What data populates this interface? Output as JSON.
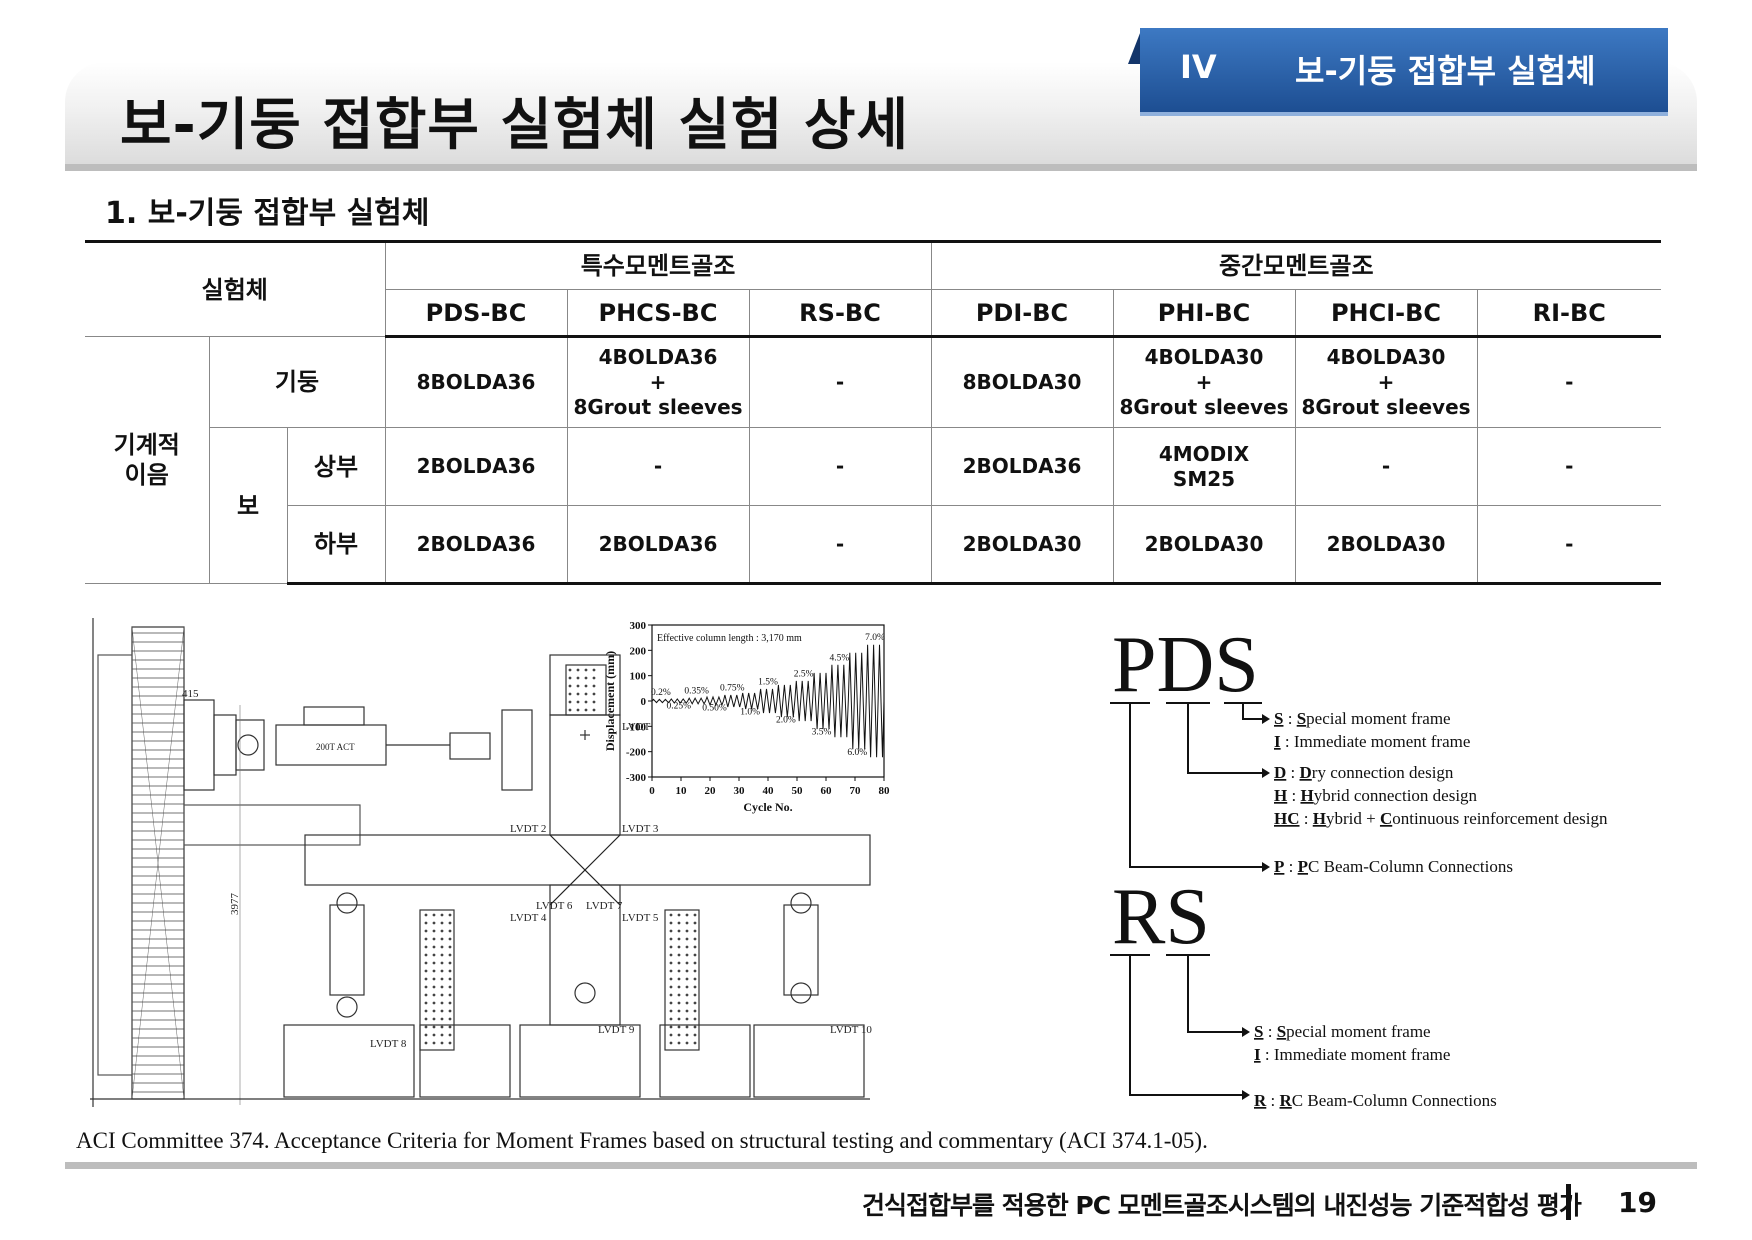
{
  "header": {
    "page_title": "보-기둥 접합부 실험체 실험 상세",
    "section_num": "IV",
    "section_name": "보-기둥 접합부 실험체"
  },
  "sub_heading": "1. 보-기둥 접합부 실험체",
  "table": {
    "corner_label": "실험체",
    "group_special": "특수모멘트골조",
    "group_intermediate": "중간모멘트골조",
    "columns": [
      "PDS-BC",
      "PHCS-BC",
      "RS-BC",
      "PDI-BC",
      "PHI-BC",
      "PHCI-BC",
      "RI-BC"
    ],
    "row_group_label": "기계적\n이음",
    "row_column_label": "기둥",
    "row_beam_label": "보",
    "row_beam_top_label": "상부",
    "row_beam_bottom_label": "하부",
    "row_column": [
      "8BOLDA36",
      "4BOLDA36\n+\n8Grout sleeves",
      "-",
      "8BOLDA30",
      "4BOLDA30\n+\n8Grout sleeves",
      "4BOLDA30\n+\n8Grout sleeves",
      "-"
    ],
    "row_beam_top": [
      "2BOLDA36",
      "-",
      "-",
      "2BOLDA36",
      "4MODIX\nSM25",
      "-",
      "-"
    ],
    "row_beam_bottom": [
      "2BOLDA36",
      "2BOLDA36",
      "-",
      "2BOLDA30",
      "2BOLDA30",
      "2BOLDA30",
      "-"
    ]
  },
  "figure": {
    "dim_415": "415",
    "dim_3977": "3977",
    "actuator_label": "200T ACT",
    "lvdt": [
      "LVDT 1",
      "LVDT 2",
      "LVDT 3",
      "LVDT 4",
      "LVDT 5",
      "LVDT 6",
      "LVDT 7",
      "LVDT 8",
      "LVDT 9",
      "LVDT 10"
    ]
  },
  "chart_data": {
    "type": "line",
    "annotation": "Effective column length : 3,170 mm",
    "xlabel": "Cycle No.",
    "ylabel": "Displacement (mm)",
    "xlim": [
      0,
      80
    ],
    "ylim": [
      -300,
      300
    ],
    "xticks": [
      0,
      10,
      20,
      30,
      40,
      50,
      60,
      70,
      80
    ],
    "yticks": [
      300,
      200,
      100,
      0,
      -100,
      -200,
      -300
    ],
    "drift_levels": [
      {
        "label": "0.2%",
        "amplitude": 6.3,
        "cycles": 3
      },
      {
        "label": "0.25%",
        "amplitude": 7.9,
        "cycles": 3
      },
      {
        "label": "0.35%",
        "amplitude": 11.1,
        "cycles": 3
      },
      {
        "label": "0.50%",
        "amplitude": 15.9,
        "cycles": 3
      },
      {
        "label": "0.75%",
        "amplitude": 23.8,
        "cycles": 3
      },
      {
        "label": "1.0%",
        "amplitude": 31.7,
        "cycles": 3
      },
      {
        "label": "1.5%",
        "amplitude": 47.6,
        "cycles": 3
      },
      {
        "label": "2.0%",
        "amplitude": 63.4,
        "cycles": 3
      },
      {
        "label": "2.5%",
        "amplitude": 79.3,
        "cycles": 3
      },
      {
        "label": "3.5%",
        "amplitude": 111.0,
        "cycles": 3
      },
      {
        "label": "4.5%",
        "amplitude": 142.7,
        "cycles": 3
      },
      {
        "label": "6.0%",
        "amplitude": 190.2,
        "cycles": 3
      },
      {
        "label": "7.0%",
        "amplitude": 221.9,
        "cycles": 3
      }
    ]
  },
  "legend": {
    "pds_word": "PDS",
    "rs_word": "RS",
    "pds_items": [
      {
        "key": "S",
        "bold_letter": "S",
        "rest": "pecial  moment  frame"
      },
      {
        "key": "I",
        "bold_letter": "",
        "rest": "Immediate  moment  frame"
      },
      {
        "key": "D",
        "bold_letter": "D",
        "rest": "ry  connection  design"
      },
      {
        "key": "H",
        "bold_letter": "H",
        "rest": "ybrid  connection  design"
      },
      {
        "key": "HC",
        "bold_letter": "H",
        "rest": "ybrid  +  ",
        "bold_letter2": "C",
        "rest2": "ontinuous  reinforcement  design"
      },
      {
        "key": "P",
        "bold_letter": "P",
        "rest": "C  Beam-Column  Connections"
      }
    ],
    "rs_items": [
      {
        "key": "S",
        "bold_letter": "S",
        "rest": "pecial  moment  frame"
      },
      {
        "key": "I",
        "bold_letter": "",
        "rest": "Immediate  moment  frame"
      },
      {
        "key": "R",
        "bold_letter": "R",
        "rest": "C  Beam-Column  Connections"
      }
    ]
  },
  "citation": "ACI Committee 374. Acceptance Criteria for Moment Frames based on structural testing and commentary (ACI 374.1-05).",
  "footer": {
    "text": "건식접합부를 적용한 PC 모멘트골조시스템의 내진성능 기준적합성 평가",
    "page": "19"
  },
  "colors": {
    "tab_top": "#3d79c3",
    "tab_bottom": "#1d4e92",
    "rule_gray": "#bdbdbd"
  }
}
